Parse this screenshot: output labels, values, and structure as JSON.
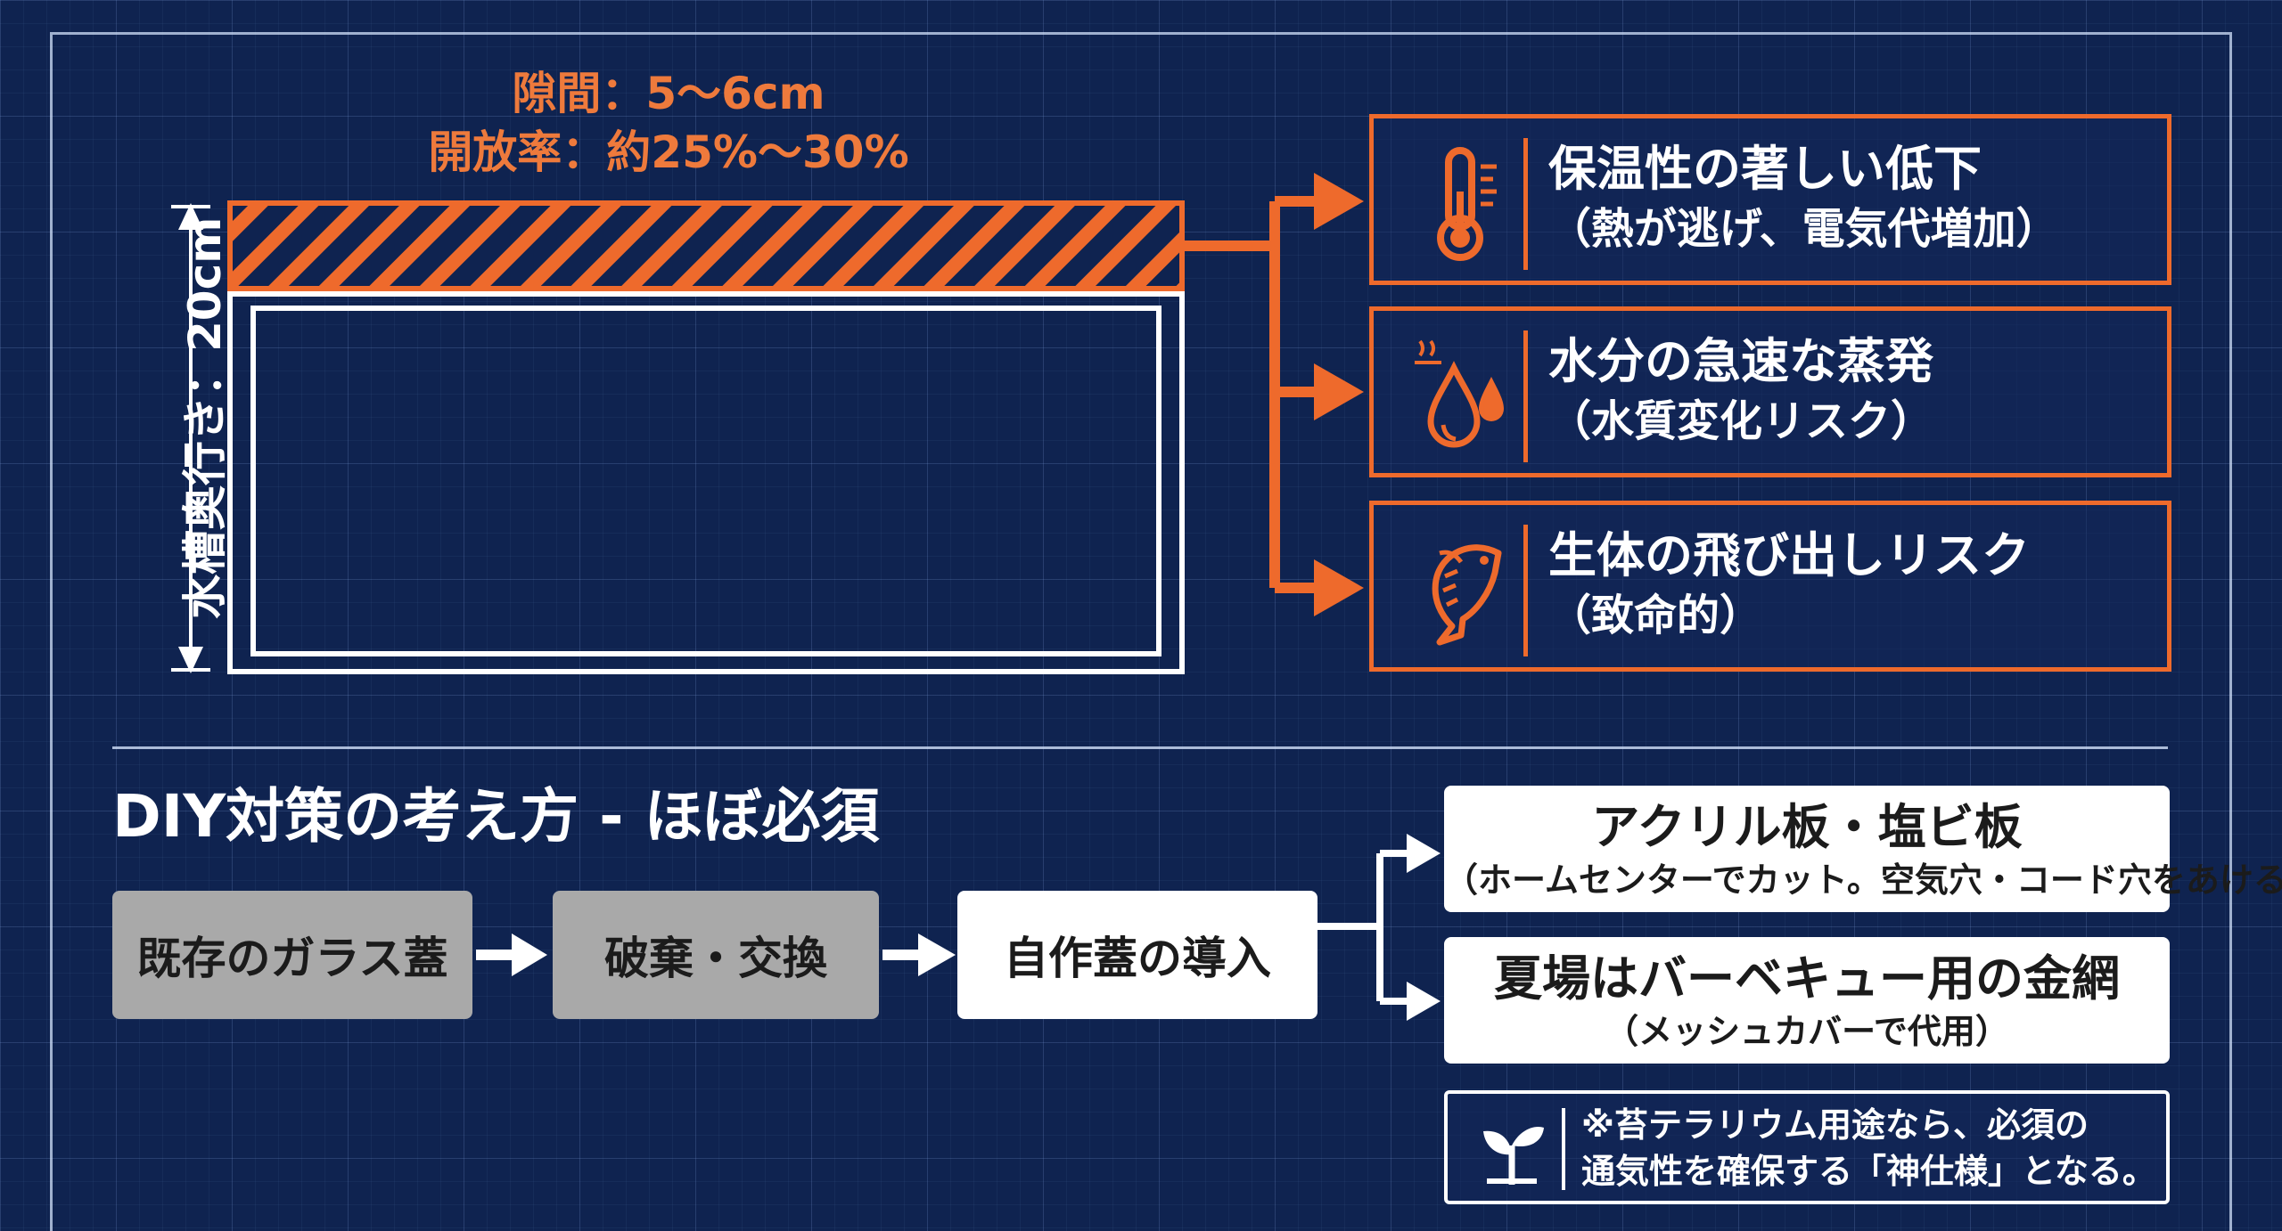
{
  "colors": {
    "background": "#0f2350",
    "accent": "#ee6a2c",
    "white": "#ffffff",
    "gray_box": "#a9a9a9"
  },
  "top": {
    "gap_line1": "隙間：5〜6cm",
    "gap_line2": "開放率：約25%〜30%",
    "depth_label": "水槽奥行き：20cm"
  },
  "effects": [
    {
      "icon": "thermometer-icon",
      "title": "保温性の著しい低下",
      "detail": "（熱が逃げ、電気代増加）"
    },
    {
      "icon": "water-drops-icon",
      "title": "水分の急速な蒸発",
      "detail": "（水質変化リスク）"
    },
    {
      "icon": "fish-icon",
      "title": "生体の飛び出しリスク",
      "detail": "（致命的）"
    }
  ],
  "diy": {
    "title": "DIY対策の考え方 - ほぼ必須",
    "steps": [
      "既存のガラス蓋",
      "破棄・交換",
      "自作蓋の導入"
    ],
    "options": [
      {
        "title": "アクリル板・塩ビ板",
        "detail": "（ホームセンターでカット。空気穴・コード穴をあける）"
      },
      {
        "title": "夏場はバーベキュー用の金網",
        "detail": "（メッシュカバーで代用）"
      }
    ],
    "note": {
      "icon": "sprout-icon",
      "line1": "※苔テラリウム用途なら、必須の",
      "line2": "通気性を確保する「神仕様」となる。"
    }
  }
}
